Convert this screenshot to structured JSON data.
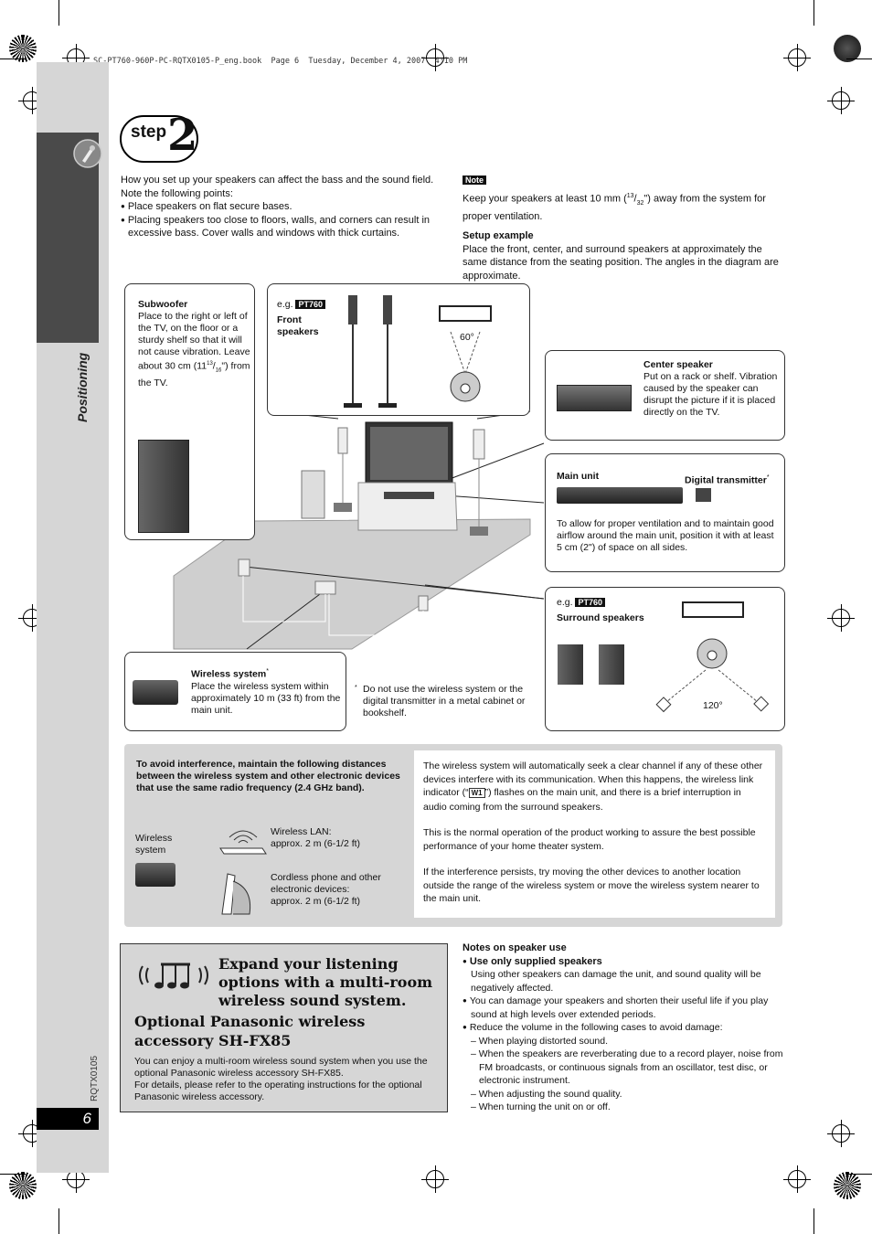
{
  "header": {
    "file_line": "SC-PT760-960P-PC-RQTX0105-P_eng.book  Page 6  Tuesday, December 4, 2007  4:10 PM"
  },
  "sidebar": {
    "section": "Positioning",
    "doc_code": "RQTX0105",
    "page_number": "6"
  },
  "step": {
    "word": "step",
    "number": "2"
  },
  "intro": {
    "line1": "How you set up your speakers can affect the bass and the sound field.",
    "line2": "Note the following points:",
    "bullet1": "Place speakers on flat secure bases.",
    "bullet2": "Placing speakers too close to floors, walls, and corners can result in excessive bass. Cover walls and windows with thick curtains."
  },
  "note": {
    "tag": "Note",
    "text_a": "Keep your speakers at least 10 mm (",
    "frac_num": "13",
    "frac_den": "32",
    "text_b": "\") away from the system for proper ventilation.",
    "setup_title": "Setup example",
    "setup_text": "Place the front, center, and surround speakers at approximately the same distance from the seating position. The angles in the diagram are approximate."
  },
  "subwoofer": {
    "title": "Subwoofer",
    "text": "Place to the right or left of the TV, on the floor or a sturdy shelf so that it will not cause vibration. Leave about 30 cm (11",
    "frac_num": "13",
    "frac_den": "16",
    "text_end": "\") from the TV."
  },
  "front": {
    "eg": "e.g.",
    "model": "PT760",
    "title": "Front speakers",
    "angle": "60°"
  },
  "center": {
    "title": "Center speaker",
    "text": "Put on a rack or shelf. Vibration caused by the speaker can disrupt the picture if it is placed directly on the TV."
  },
  "main_unit": {
    "title": "Main unit",
    "digital": "Digital transmitter",
    "mark": "*",
    "text": "To allow for proper ventilation and to maintain good airflow around the main unit, position it with at least 5 cm (2\") of space on all sides."
  },
  "surround": {
    "eg": "e.g.",
    "model": "PT760",
    "title": "Surround speakers",
    "angle": "120°"
  },
  "wireless": {
    "title": "Wireless system",
    "mark": "*",
    "text": "Place the wireless system within approximately 10 m (33 ft) from the main unit."
  },
  "footnote": {
    "mark": "*",
    "text": "Do not use the wireless system or the digital transmitter in a metal cabinet or bookshelf."
  },
  "interference": {
    "heading": "To avoid interference, maintain the following distances between the wireless system and other electronic devices that use the same radio frequency (2.4 GHz band).",
    "wireless_label": "Wireless system",
    "lan_label": "Wireless LAN:",
    "lan_dist": "approx. 2 m (6-1/2 ft)",
    "phone_label": "Cordless phone and other electronic devices:",
    "phone_dist": "approx. 2 m (6-1/2 ft)",
    "para1_a": "The wireless system will automatically seek a clear channel if any of these other devices interfere with its communication. When this happens, the wireless link indicator (“",
    "indicator": "W1",
    "para1_b": "”) flashes on the main unit, and there is a brief interruption in audio coming from the surround speakers.",
    "para2": "This is the normal operation of the product working to assure the best possible performance of your home theater system.",
    "para3": "If the interference persists, try moving the other devices to another location outside the range of the wireless system or move the wireless system nearer to the main unit."
  },
  "expand": {
    "heading": "Expand your listening options with a multi-room wireless sound system.",
    "subheading": "Optional Panasonic wireless accessory SH-FX85",
    "text": "You can enjoy a multi-room wireless sound system when you use the optional Panasonic wireless accessory SH-FX85.\nFor details, please refer to the operating instructions for the optional Panasonic wireless accessory."
  },
  "notes": {
    "title": "Notes on speaker use",
    "sub": "Use only supplied speakers",
    "sub_text": "Using other speakers can damage the unit, and sound quality will be negatively affected.",
    "bullet1": "You can damage your speakers and shorten their useful life if you play sound at high levels over extended periods.",
    "bullet2": "Reduce the volume in the following cases to avoid damage:",
    "dash1": "When playing distorted sound.",
    "dash2": "When the speakers are reverberating due to a record player, noise from FM broadcasts, or continuous signals from an oscillator, test disc, or electronic instrument.",
    "dash3": "When adjusting the sound quality.",
    "dash4": "When turning the unit on or off."
  }
}
